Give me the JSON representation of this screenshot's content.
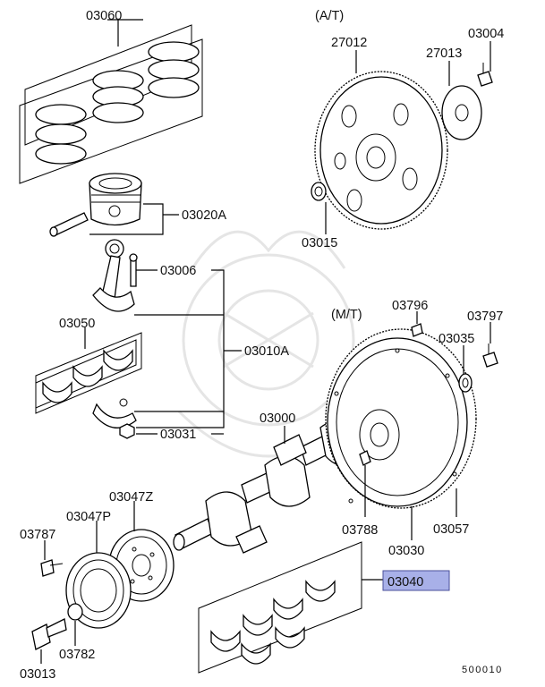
{
  "diagram": {
    "section_labels": {
      "automatic": "(A/T)",
      "manual": "(M/T)"
    },
    "highlighted_part": "03040",
    "drawing_number": "500010",
    "callouts": [
      {
        "id": "03060",
        "text": "03060"
      },
      {
        "id": "03020A",
        "text": "03020A"
      },
      {
        "id": "03006",
        "text": "03006"
      },
      {
        "id": "03050",
        "text": "03050"
      },
      {
        "id": "03010A",
        "text": "03010A"
      },
      {
        "id": "03031",
        "text": "03031"
      },
      {
        "id": "03000",
        "text": "03000"
      },
      {
        "id": "03047Z",
        "text": "03047Z"
      },
      {
        "id": "03047P",
        "text": "03047P"
      },
      {
        "id": "03787",
        "text": "03787"
      },
      {
        "id": "03782",
        "text": "03782"
      },
      {
        "id": "03013",
        "text": "03013"
      },
      {
        "id": "27012",
        "text": "27012"
      },
      {
        "id": "27013",
        "text": "27013"
      },
      {
        "id": "03004",
        "text": "03004"
      },
      {
        "id": "03015",
        "text": "03015"
      },
      {
        "id": "03796",
        "text": "03796"
      },
      {
        "id": "03797",
        "text": "03797"
      },
      {
        "id": "03035",
        "text": "03035"
      },
      {
        "id": "03788",
        "text": "03788"
      },
      {
        "id": "03030",
        "text": "03030"
      },
      {
        "id": "03057",
        "text": "03057"
      },
      {
        "id": "03040",
        "text": "03040"
      }
    ]
  }
}
